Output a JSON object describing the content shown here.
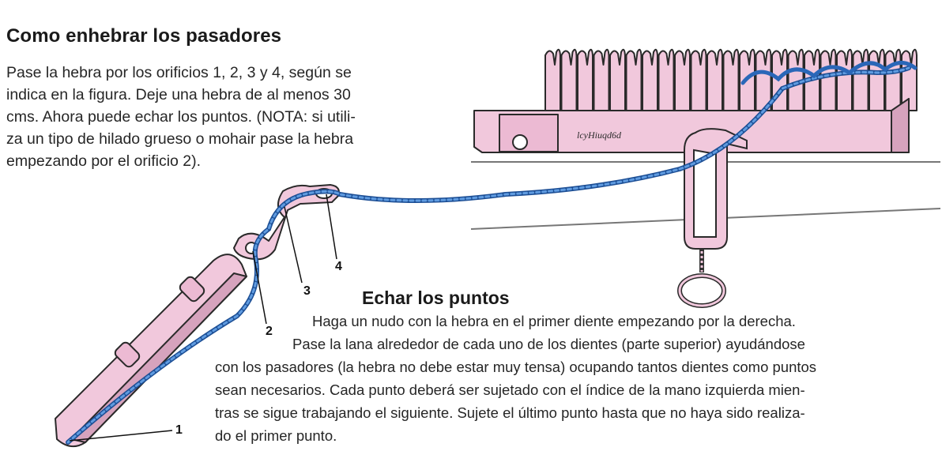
{
  "section1": {
    "title": "Como enhebrar los pasadores",
    "lines": [
      "Pase la hebra por los orificios 1, 2, 3 y 4, según se",
      "indica en la figura. Deje  una  hebra de al menos 30",
      "cms. Ahora puede  echar  los puntos. (NOTA: si utili-",
      "za un tipo de hilado grueso o  mohair pase la hebra",
      "empezando por el orificio 2)."
    ]
  },
  "section2": {
    "title": "Echar los puntos",
    "lines": [
      "Haga un nudo con la hebra en el primer diente empezando  por la  derecha.",
      "Pase  la lana alrededor de  cada  uno  de  los dientes  (parte superior) ayudándose",
      "con los  pasadores  (la hebra no debe estar muy tensa) ocupando tantos dientes  como puntos",
      "sean necesarios. Cada punto deberá ser sujetado  con el índice de la mano izquierda  mien-",
      "tras se sigue  trabajando el siguiente. Sujete el último punto hasta que no haya  sido realiza-",
      "do el primer punto."
    ]
  },
  "figure": {
    "labels": [
      "1",
      "2",
      "3",
      "4"
    ],
    "colors": {
      "loom_pink": "#f1c8dc",
      "loom_shade": "#d6a3bd",
      "yarn_blue": "#2a67b8",
      "outline": "#2a2a2a"
    }
  }
}
